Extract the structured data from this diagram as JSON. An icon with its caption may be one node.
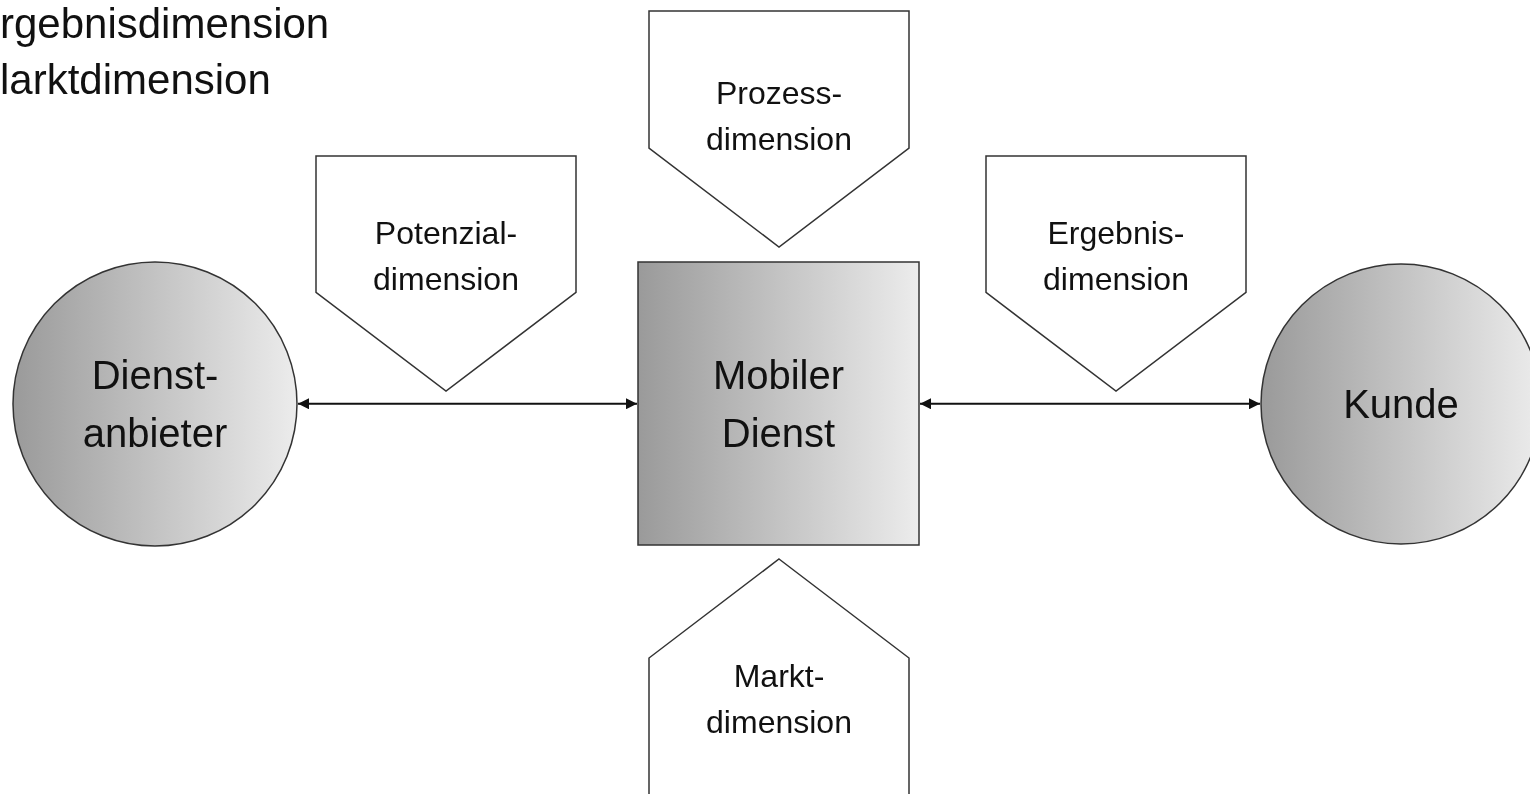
{
  "diagram": {
    "nodes": [
      {
        "text": [
          "Prozess- dimension"
        ]
      },
      {
        "text": [
          "Potenzial- dimension"
        ]
      },
      {
        "text": [
          "Ergebnis- dimension"
        ]
      },
      {
        "text": [
          "Dienst- anbieter"
        ]
      },
      {
        "text": [
          "Mobiler Dienst"
        ]
      },
      {
        "text": [
          "Kunde"
        ]
      },
      {
        "text": [
          "Markt- dimension"
        ]
      }
    ],
    "edges": [
      {
        "from": 3,
        "to": 4,
        "arrow": "both"
      },
      {
        "from": 4,
        "to": 5,
        "arrow": "both"
      }
    ],
    "labels": [
      "rgebnisdimension",
      "larktdimension"
    ]
  }
}
